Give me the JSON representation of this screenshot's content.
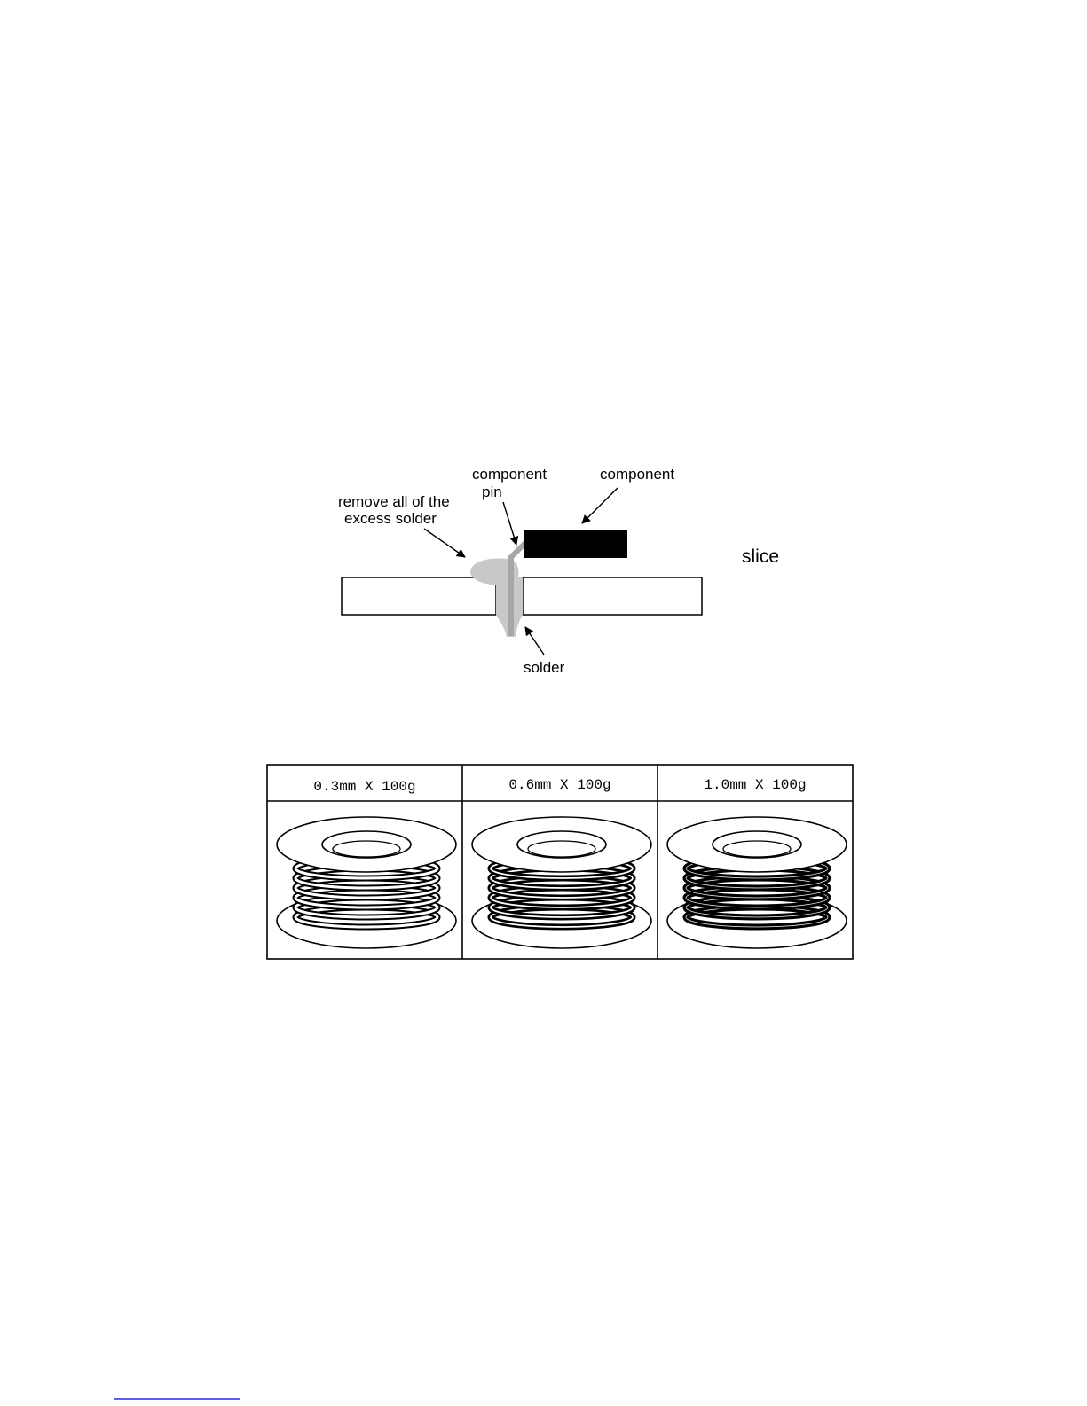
{
  "diagram": {
    "labels": {
      "component_pin_line1": "component",
      "component_pin_line2": "pin",
      "component": "component",
      "remove_line1": "remove all of the",
      "remove_line2": "excess solder",
      "slice": "slice",
      "solder": "solder"
    },
    "colors": {
      "solder": "#c8c8c8",
      "pin": "#a6a6a6",
      "component_body": "#000000"
    }
  },
  "spools": {
    "items": [
      {
        "label": "0.3mm X 100g",
        "wire_weight": "thin"
      },
      {
        "label": "0.6mm X 100g",
        "wire_weight": "medium"
      },
      {
        "label": "1.0mm X 100g",
        "wire_weight": "thick"
      }
    ]
  }
}
